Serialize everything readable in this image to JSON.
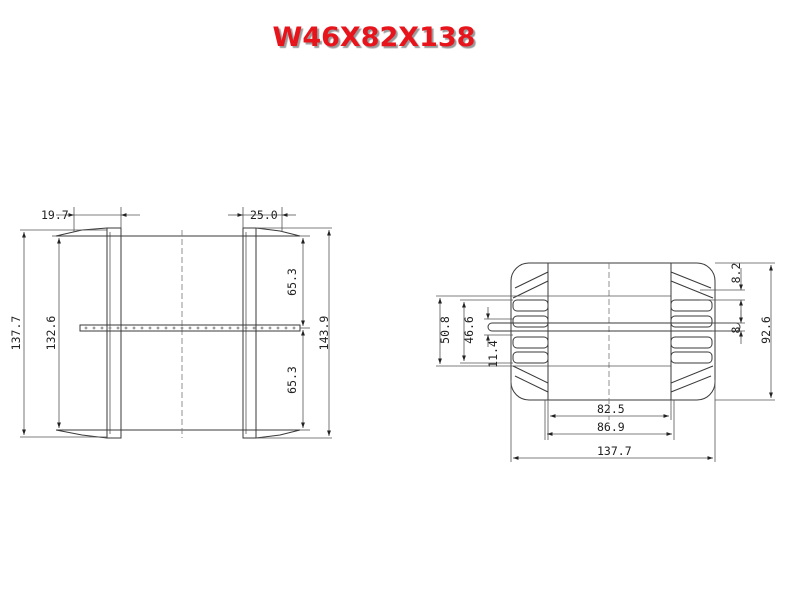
{
  "title": "W46X82X138",
  "colors": {
    "title": "#e8141c",
    "line": "#3a3a3a"
  },
  "left_view": {
    "dims": {
      "top_left": "19.7",
      "top_right": "25.0",
      "outer_left": "137.7",
      "inner_left": "132.6",
      "upper_half": "65.3",
      "lower_half": "65.3",
      "outer_right": "143.9"
    }
  },
  "right_view": {
    "dims": {
      "bottom_inner": "82.5",
      "bottom_mid": "86.9",
      "bottom_outer": "137.7",
      "left_outer": "50.8",
      "left_inner": "46.6",
      "left_small": "11.4",
      "right_top": "8.2",
      "right_small": "8",
      "right_outer": "92.6"
    }
  }
}
